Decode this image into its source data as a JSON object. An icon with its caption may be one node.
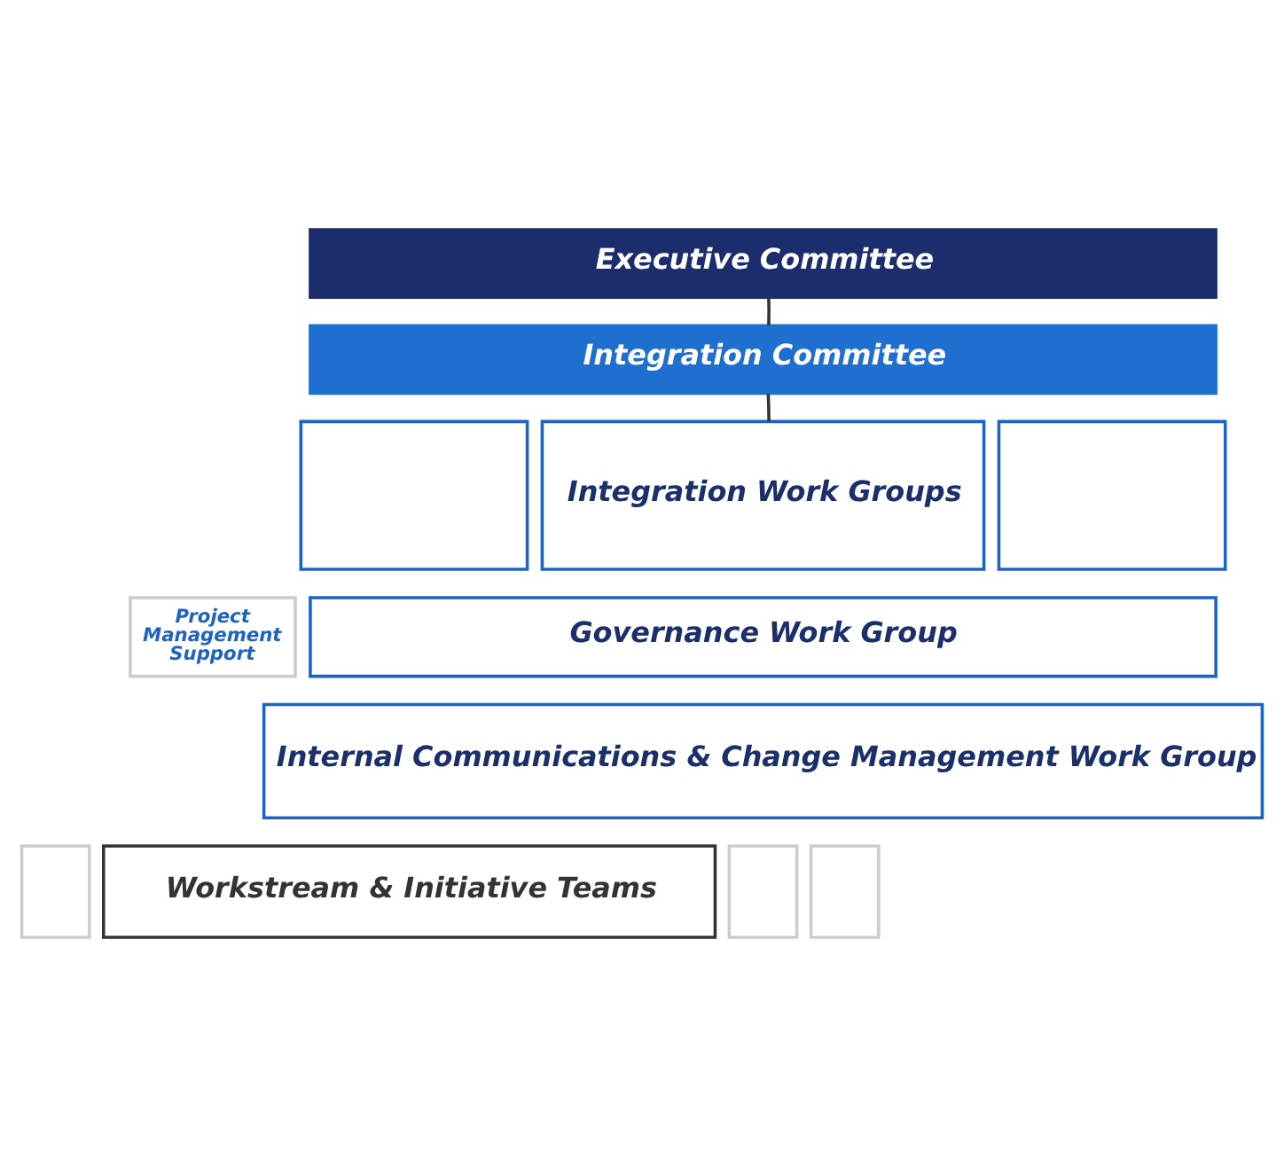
{
  "diagram": {
    "nodes": [
      {
        "text": [
          "Project Management Support"
        ]
      },
      {
        "text": [
          "Executive Committee"
        ]
      },
      {
        "text": [
          "Integration Committee"
        ]
      },
      {
        "text": [],
        "shape": "box"
      },
      {
        "text": [
          "Integration Work Groups"
        ]
      },
      {
        "text": [],
        "shape": "box"
      },
      {
        "text": [
          "Governance Work Group"
        ]
      },
      {
        "text": [
          "Internal Communications & Change Management Work Group"
        ]
      },
      {
        "text": [],
        "shape": "box"
      },
      {
        "text": [
          "Workstream & Initiative Teams"
        ]
      },
      {
        "text": [],
        "shape": "box"
      },
      {
        "text": [],
        "shape": "box"
      }
    ],
    "edges": [
      {
        "from": 1,
        "to": 2,
        "arrow": "none"
      },
      {
        "from": 2,
        "to": 4,
        "arrow": "none"
      }
    ]
  }
}
